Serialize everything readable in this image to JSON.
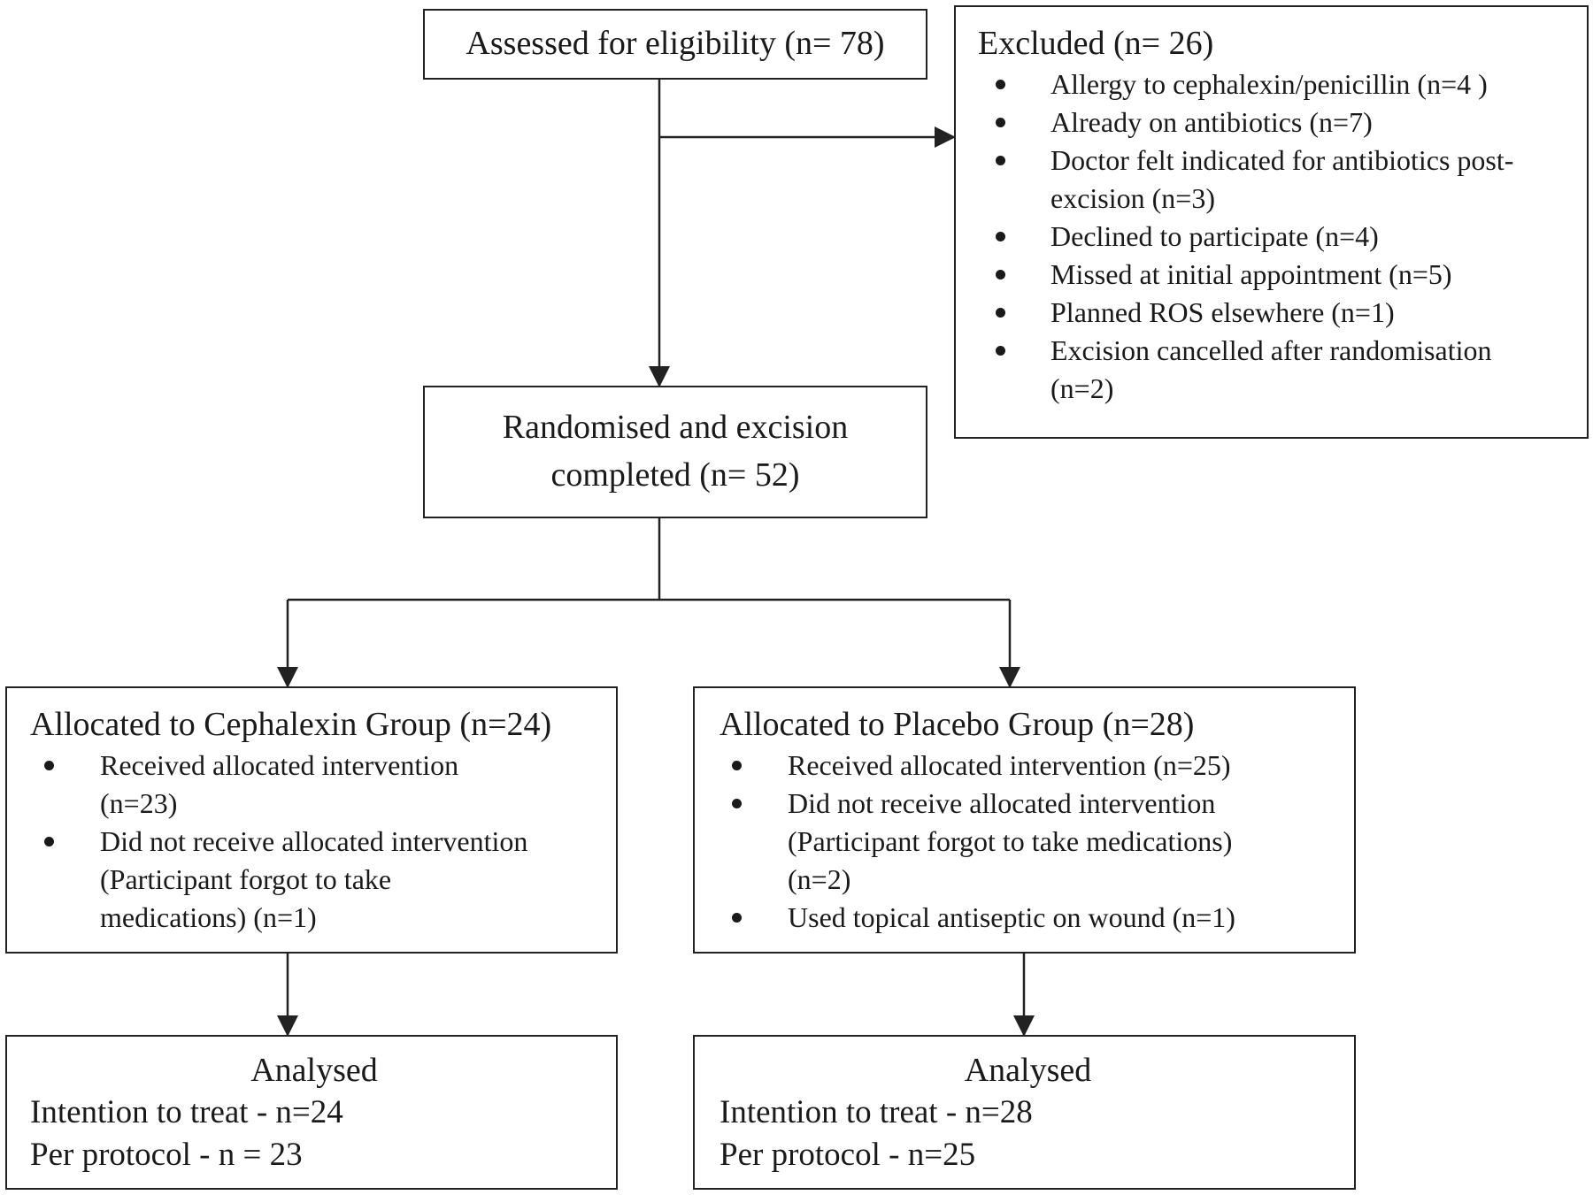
{
  "assessed": {
    "label": "Assessed for eligibility (n= 78)"
  },
  "excluded": {
    "title": "Excluded (n= 26)",
    "items": [
      "Allergy to cephalexin/penicillin  (n=4 )",
      "Already on antibiotics (n=7)",
      "Doctor felt indicated for antibiotics post-excision (n=3)",
      "Declined to participate (n=4)",
      "Missed at initial appointment (n=5)",
      "Planned ROS elsewhere (n=1)",
      "Excision cancelled after randomisation (n=2)"
    ]
  },
  "randomised": {
    "line1": "Randomised and excision",
    "line2": "completed (n= 52)"
  },
  "cephalexin": {
    "title": "Allocated to Cephalexin Group (n=24)",
    "items": [
      "Received allocated intervention (n=23)",
      "Did not receive allocated intervention (Participant  forgot to take medications) (n=1)"
    ]
  },
  "placebo": {
    "title": "Allocated to Placebo Group (n=28)",
    "items": [
      "Received allocated intervention (n=25)",
      "Did not receive allocated intervention (Participant  forgot to take medications) (n=2)",
      "Used topical antiseptic on wound (n=1)"
    ]
  },
  "analysed_cephalexin": {
    "title": "Analysed",
    "itt": "Intention to treat - n=24",
    "pp": "Per protocol - n = 23"
  },
  "analysed_placebo": {
    "title": "Analysed",
    "itt": "Intention to treat - n=28",
    "pp": "Per protocol - n=25"
  },
  "colors": {
    "line": "#222222",
    "text": "#1a1a1a"
  }
}
